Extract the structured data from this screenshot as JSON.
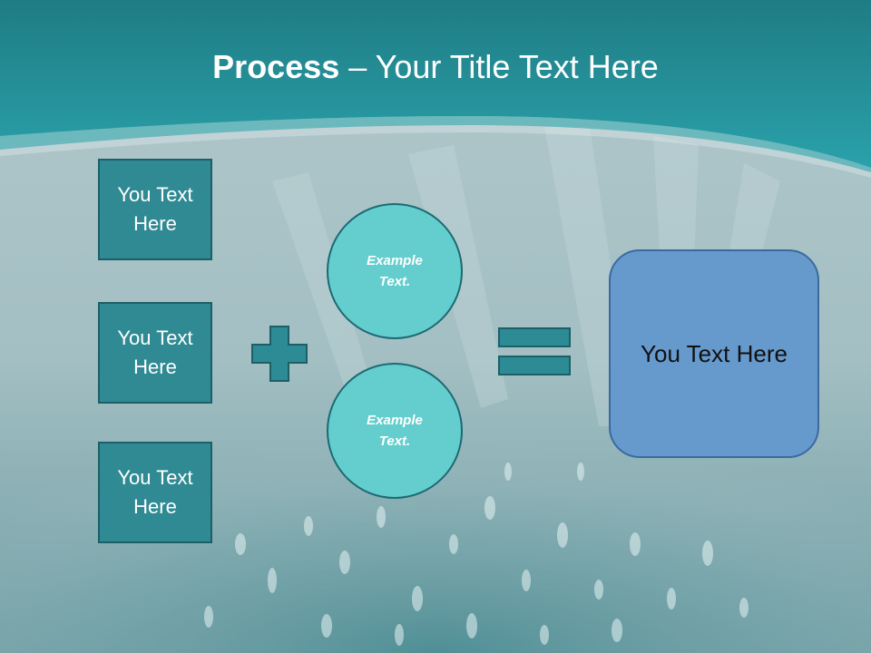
{
  "slide": {
    "title_bold": "Process",
    "title_separator": " – ",
    "title_rest": "Your Title Text Here"
  },
  "left_boxes": [
    {
      "label": "You Text Here"
    },
    {
      "label": "You Text Here"
    },
    {
      "label": "You Text Here"
    }
  ],
  "circles": [
    {
      "label": "Example Text."
    },
    {
      "label": "Example Text."
    }
  ],
  "result_box": {
    "label": "You Text Here"
  },
  "symbols": {
    "plus": "plus-icon",
    "equals": "equals-icon"
  },
  "colors": {
    "header_teal": "#2399a2",
    "box_fill": "#2f8a93",
    "circle_fill": "#64cdcd",
    "result_fill": "#6699cc",
    "symbol_fill": "#2c8b94"
  }
}
